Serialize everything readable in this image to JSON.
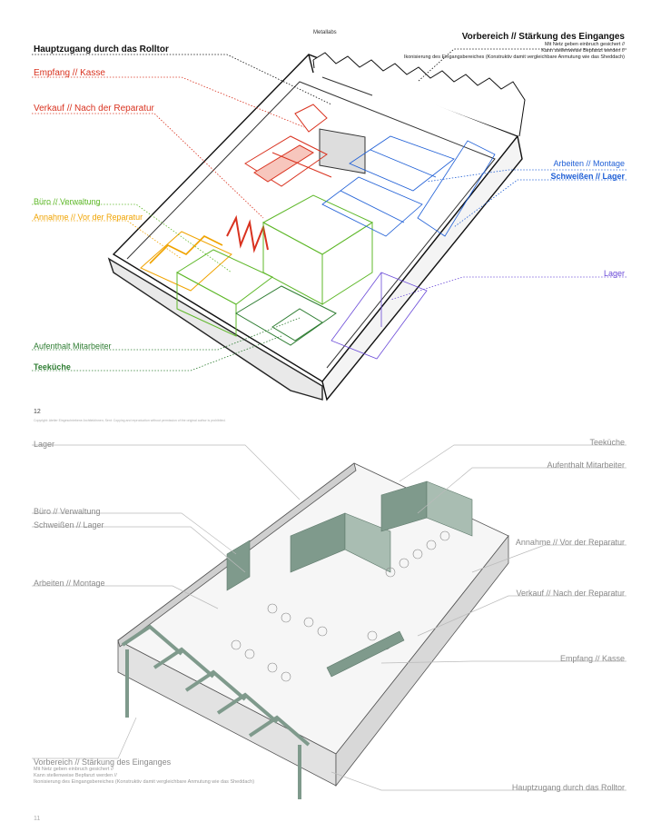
{
  "header": {
    "page_title": "Metallabs"
  },
  "top": {
    "labels": {
      "hauptzugang": "Hauptzugang durch das Rolltor",
      "empfang": "Empfang // Kasse",
      "verkauf": "Verkauf // Nach der Reparatur",
      "buero": "Büro // Verwaltung",
      "annahme": "Annahme // Vor der Reparatur",
      "aufenthalt": "Aufenthalt Mitarbeiter",
      "teekueche": "Teeküche",
      "arbeiten": "Arbeiten // Montage",
      "schweissen": "Schweißen // Lager",
      "lager": "Lager",
      "vorbereich_title": "Vorbereich // Stärkung des Einganges",
      "vorbereich_line1": "Mit Netz geben einbruch gesichert //",
      "vorbereich_line2": "Kann stellenweise Bepfanzt werden //",
      "vorbereich_line3": "Ikonisierung des Eingangsbereiches (Konstruktiv damit vergleichbare Anmutung wie das Sheddach)"
    },
    "page_number": "12",
    "footnote": "Copyright: Atelier Eingeschriebene Architektinnen; Sent: Copying and reproduction without permission of the original author is prohibited."
  },
  "bottom": {
    "labels": {
      "lager": "Lager",
      "buero": "Büro // Verwaltung",
      "schweissen": "Schweißen // Lager",
      "arbeiten": "Arbeiten // Montage",
      "teekueche": "Teeküche",
      "aufenthalt": "Aufenthalt Mitarbeiter",
      "annahme": "Annahme // Vor der Reparatur",
      "verkauf": "Verkauf // Nach der Reparatur",
      "empfang": "Empfang // Kasse",
      "hauptzugang": "Hauptzugang durch das Rolltor",
      "vorbereich_title": "Vorbereich // Stärkung des Einganges",
      "vorbereich_line1": "Mit Netz geben einbruch gesichert //",
      "vorbereich_line2": "Kann stellenweise Bepfanzt werden //",
      "vorbereich_line3": "Ikonisierung des Eingangsbereiches (Konstruktiv damit vergleichbare Anmutung wie das Sheddach)"
    },
    "page_number": "11"
  },
  "colors": {
    "red": "#d9321f",
    "orange": "#f0a300",
    "green": "#5fb82a",
    "darkgreen": "#2e7d32",
    "blue": "#1f5fd6",
    "purple": "#6b4bd8",
    "label_grey": "#8a8a8a",
    "partition_green": "#7f9a8c"
  }
}
